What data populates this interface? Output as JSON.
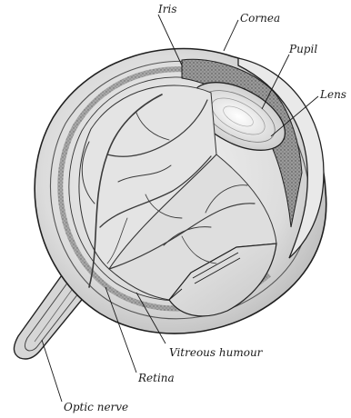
{
  "labels": {
    "iris": "Iris",
    "cornea": "Cornea",
    "pupil": "Pupil",
    "lens": "Lens",
    "vitreous": "Vitreous humour",
    "retina": "Retina",
    "optic_nerve": "Optic nerve"
  }
}
